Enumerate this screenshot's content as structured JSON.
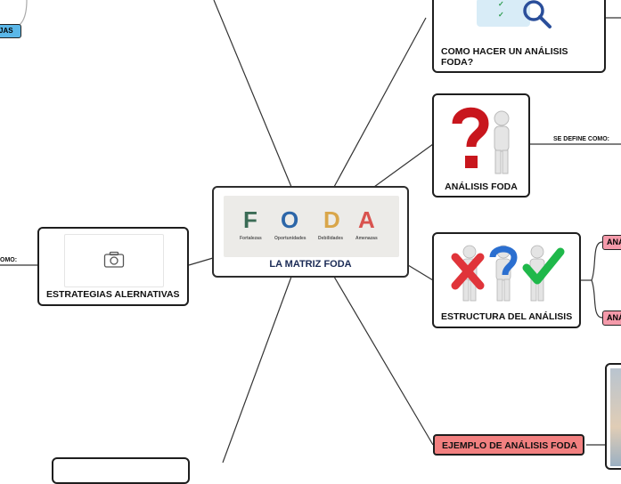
{
  "center": {
    "title": "LA MATRIZ FODA",
    "foda_letters": [
      "F",
      "O",
      "D",
      "A"
    ],
    "foda_words": [
      "Fortalezas",
      "Oportunidades",
      "Debilidades",
      "Amenazas"
    ]
  },
  "nodes": {
    "analisis_como": "COMO HACER UN ANÁLISIS FODA?",
    "analisis_foda": "ANÁLISIS FODA",
    "estructura": "ESTRUCTURA DEL ANÁLISIS",
    "ejemplo": "EJEMPLO DE ANÁLISIS FODA",
    "estrategias": "ESTRATEGIAS ALERNATIVAS"
  },
  "tags": {
    "se_define": "SE DEFINE COMO:",
    "left_como": "OMO:",
    "top_left_badge": "JAS",
    "right_pill_1": "ANÁ",
    "right_pill_2": "ANÁ"
  },
  "colors": {
    "accent_red": "#f28080",
    "badge_blue": "#5bb7e8",
    "pill_pink": "#f49aaa",
    "line": "#333333",
    "title_navy": "#1a2a55"
  },
  "icons": {
    "camera": "camera-icon",
    "magnifier": "magnifier-icon",
    "question": "question-mark-icon"
  }
}
